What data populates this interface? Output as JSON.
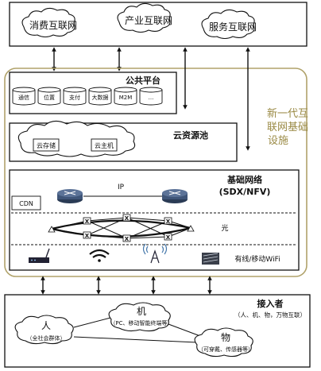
{
  "internet": {
    "consumer": "消费互联网",
    "industry": "产业互联网",
    "service": "服务互联网"
  },
  "platform": {
    "title": "公共平台",
    "items": [
      "通信",
      "位置",
      "支付",
      "大数据",
      "M2M",
      "..."
    ]
  },
  "cloud": {
    "title": "云资源池",
    "storage": "云存储",
    "host": "云主机"
  },
  "network": {
    "title": "基础网络",
    "subtitle": "(SDX/NFV)",
    "ip": "IP",
    "cdn": "CDN",
    "optical": "光",
    "access": "有线/移动WiFi"
  },
  "infra_label": [
    "新一代互",
    "联网基础",
    "设施"
  ],
  "accessors": {
    "title": "接入者",
    "subtitle": "（人、机、物，万物互联）",
    "person": "人",
    "person_sub": "（全社会群体）",
    "machine": "机",
    "machine_sub": "（PC、移动智能终端等）",
    "thing": "物",
    "thing_sub": "（可穿戴、传感器等）"
  },
  "colors": {
    "infra_border": "#b0a26a",
    "infra_text": "#9a8a45",
    "line": "#111111"
  }
}
